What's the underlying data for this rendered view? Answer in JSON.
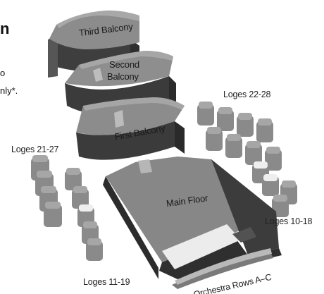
{
  "header": {
    "title_fragment": "n",
    "line1": "o",
    "line2": "nly*."
  },
  "sections": {
    "third_balcony": "Third Balcony",
    "second_balcony_l1": "Second",
    "second_balcony_l2": "Balcony",
    "first_balcony": "First Balcony",
    "main_floor": "Main Floor",
    "orchestra": "Orchestra Rows A–C",
    "loges_22_28": "Loges 22-28",
    "loges_21_27": "Loges 21-27",
    "loges_10_18": "Loges 10-18",
    "loges_11_19": "Loges 11-19"
  },
  "colors": {
    "section_top": "#8a8a8a",
    "section_front": "#474747",
    "section_side": "#5c5c5c",
    "highlight": "#ededed"
  }
}
